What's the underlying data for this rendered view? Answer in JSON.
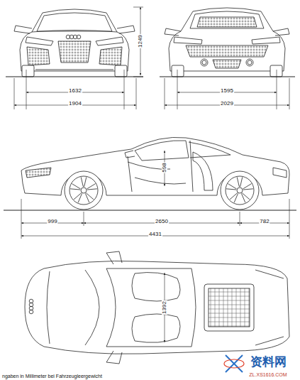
{
  "diagram": {
    "labels": [
      "1249",
      "1632",
      "1904",
      "1595",
      "2029",
      "598",
      "999",
      "2650",
      "782",
      "4431",
      "1392",
      "ngaben in Millimeter bei Fahrzeugleergewicht",
      "资料网",
      "ZL.XS1616.COM"
    ]
  }
}
